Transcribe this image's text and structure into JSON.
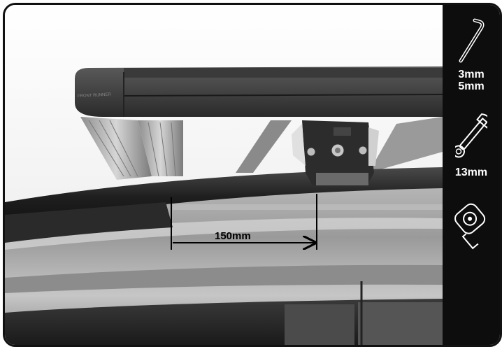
{
  "measurement": {
    "label": "150mm"
  },
  "tools": [
    {
      "icon": "hex-key-icon",
      "label_line1": "3mm",
      "label_line2": "5mm"
    },
    {
      "icon": "wrench-icon",
      "label_line1": "13mm"
    },
    {
      "icon": "tape-measure-icon"
    }
  ],
  "brand_text": "FRONT RUNNER"
}
